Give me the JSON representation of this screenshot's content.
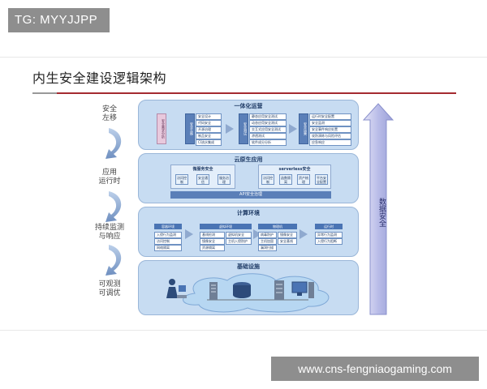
{
  "watermark_top": "TG: MYYJJPP",
  "watermark_bottom": "www.cns-fengniaogaming.com",
  "title": "内生安全建设逻辑架构",
  "side_labels": [
    [
      "安全",
      "左移"
    ],
    [
      "应用",
      "运行时"
    ],
    [
      "持续监测",
      "与响应"
    ],
    [
      "可观测",
      "可调优"
    ]
  ],
  "right_arrow_label": "数据安全",
  "layers": {
    "ops": {
      "title": "一体化运营",
      "pink_label": "安全需求分析",
      "groups": [
        {
          "head": "安全左移",
          "items": [
            "安全设计",
            "代码安全",
            "开源治理",
            "制品安全",
            "CI流水集成"
          ]
        },
        {
          "head": "安全测试",
          "items": [
            "静态应用安全测试",
            "动态应用安全测试",
            "交互式应用安全测试",
            "渗透测试",
            "软件成分分析"
          ]
        },
        {
          "head": "安全运营",
          "items": [
            "运行时安全配置",
            "安全监测",
            "安全事件响应处置",
            "攻防演练与风险评估",
            "应急响应"
          ]
        }
      ]
    },
    "cloud": {
      "title": "云原生应用",
      "left_head": "微服务安全",
      "left_items": [
        "访问控制",
        "安全通信",
        "服务治理"
      ],
      "right_head": "serverless安全",
      "right_items": [
        "访问控制",
        "函数隔离",
        "资产梳理",
        "平台安全配置"
      ],
      "api": "API安全治理"
    },
    "compute": {
      "title": "计算环境",
      "groups": [
        {
          "head": "容器环境",
          "items": [
            "入侵行为监测",
            "访问控制",
            "网络隔离"
          ]
        },
        {
          "head": "虚拟环境",
          "items": [
            "基线检测",
            "镜像安全",
            "资源隔离",
            "虚拟机安全",
            "主机入侵防护"
          ]
        },
        {
          "head": "物理机",
          "items": [
            "病毒防护",
            "主机加固",
            "漏洞扫描",
            "镜像安全",
            "安全基线"
          ]
        },
        {
          "head": "运行时",
          "items": [
            "异常行为监测",
            "入侵行为阻断"
          ]
        }
      ]
    },
    "infra": {
      "title": "基础设施"
    }
  }
}
